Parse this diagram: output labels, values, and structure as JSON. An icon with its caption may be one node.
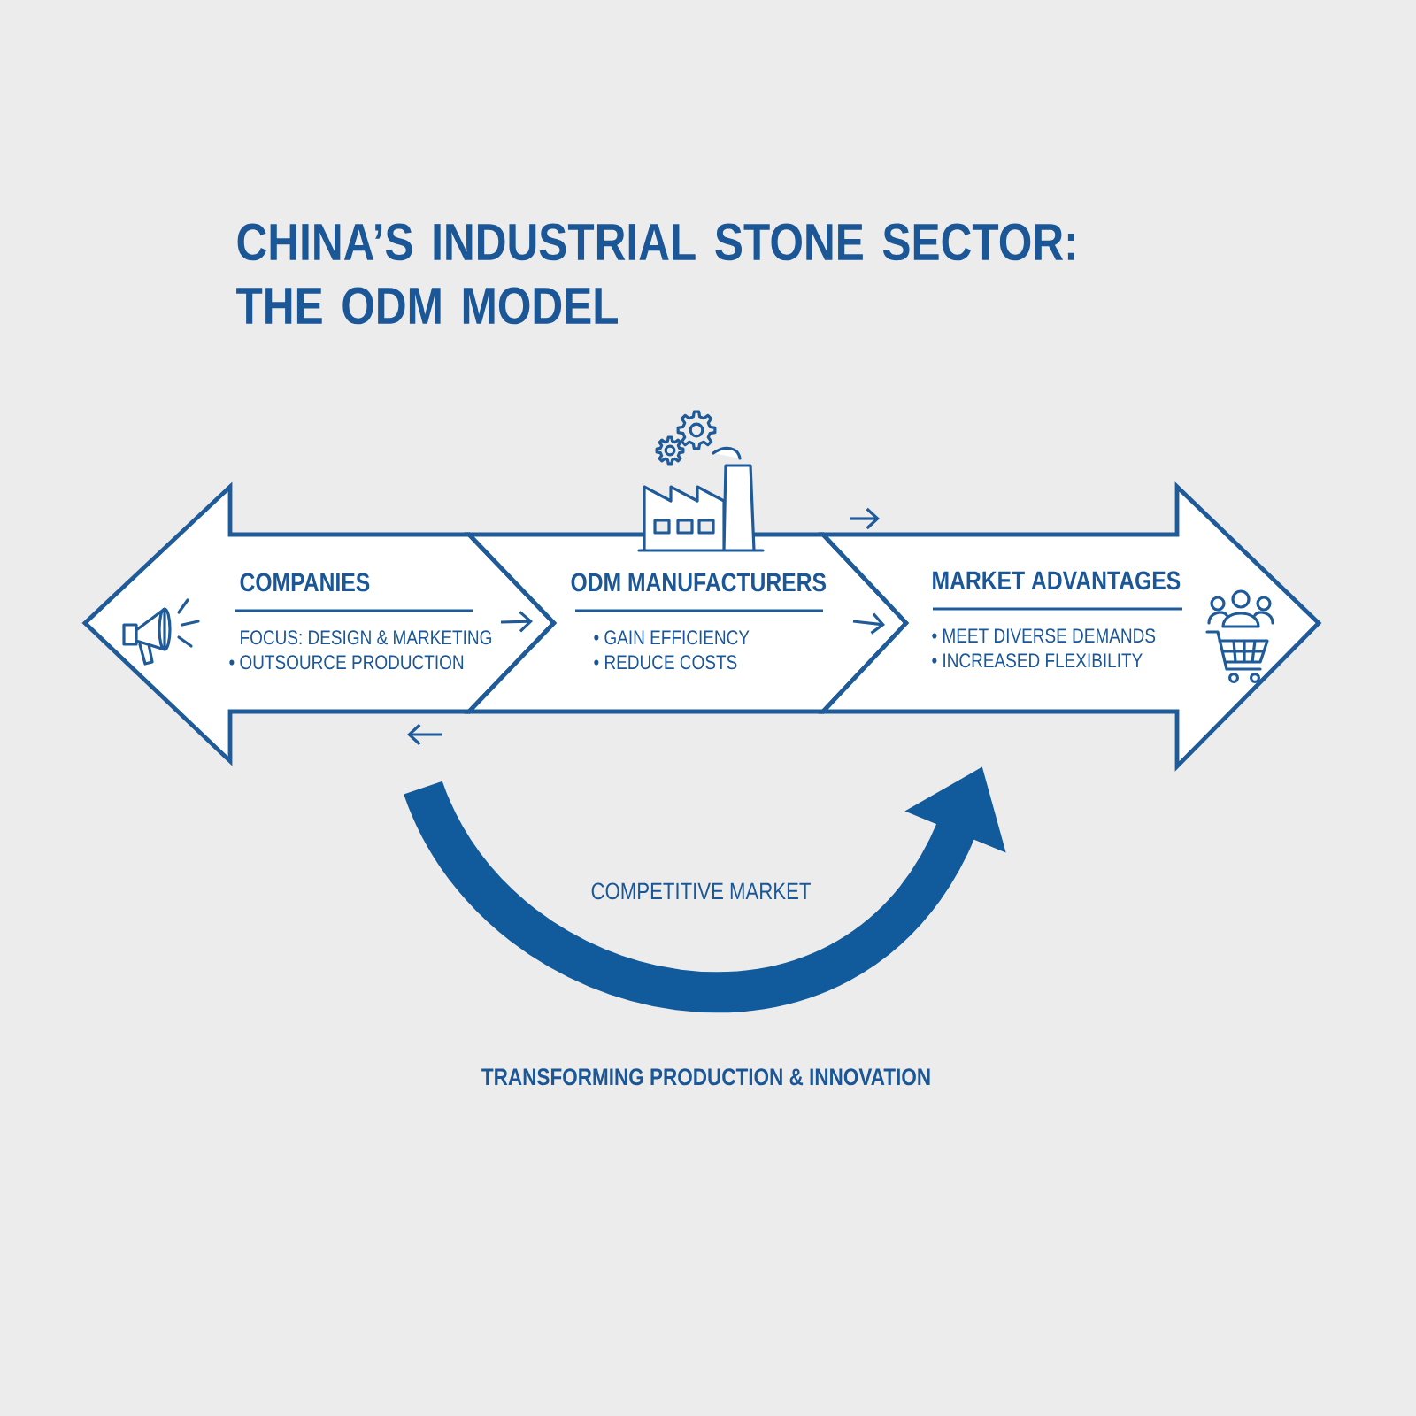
{
  "diagram": {
    "title": "CHINA’S INDUSTRIAL STONE SECTOR: THE ODM MODEL",
    "nodes": [
      {
        "text": [
          "COMPANIES",
          "FOCUS: DESIGN & MARKETING",
          "• OUTSOURCE PRODUCTION"
        ]
      },
      {
        "text": [
          "ODM MANUFACTURERS",
          "• GAIN EFFICIENCY",
          "• REDUCE COSTS"
        ]
      },
      {
        "text": [
          "MARKET ADVANTAGES",
          "• MEET DIVERSE DEMANDS",
          "• INCREASED FLEXIBILITY"
        ]
      }
    ],
    "edges": [
      {
        "from": 0,
        "to": 1,
        "arrow": "to"
      },
      {
        "from": 1,
        "to": 2,
        "arrow": "to"
      },
      {
        "from": 0,
        "to": 2,
        "arrow": "to",
        "label": "COMPETITIVE MARKET",
        "style": "thick"
      }
    ],
    "caption": "TRANSFORMING PRODUCTION & INNOVATION"
  }
}
